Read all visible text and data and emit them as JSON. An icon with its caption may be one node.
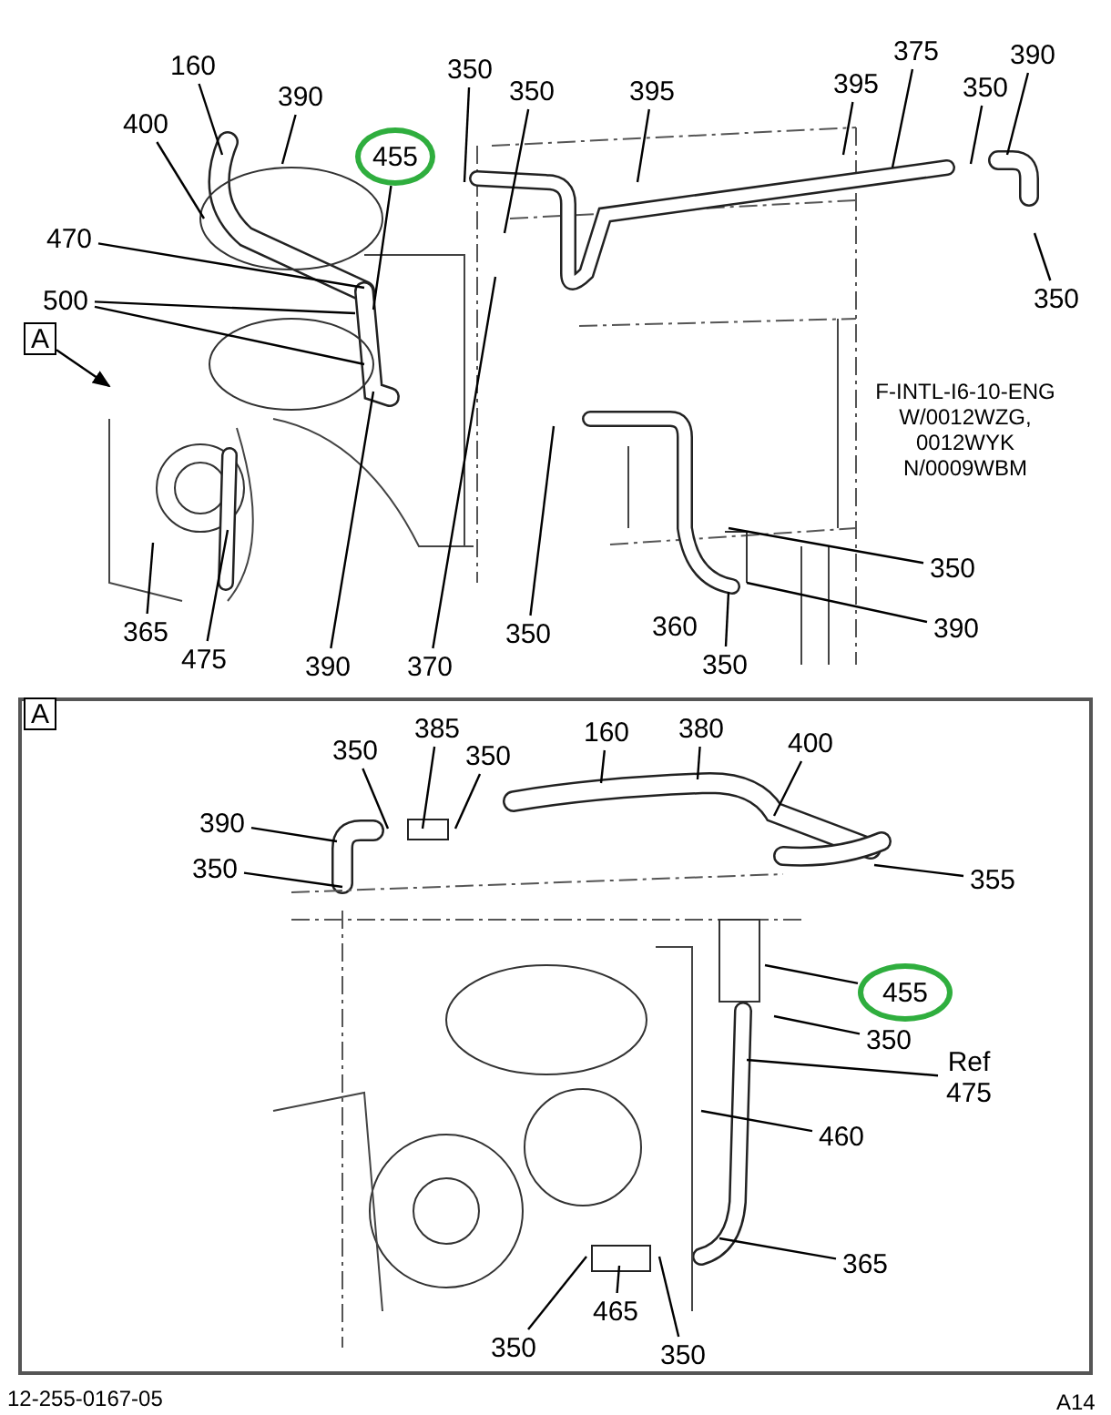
{
  "diagram": {
    "nodes": [
      {
        "text": [
          "160"
        ]
      },
      {
        "text": [
          "390"
        ]
      },
      {
        "text": [
          "400"
        ]
      },
      {
        "text": [
          "455"
        ]
      },
      {
        "text": [
          "350"
        ]
      },
      {
        "text": [
          "350"
        ]
      },
      {
        "text": [
          "395"
        ]
      },
      {
        "text": [
          "395"
        ]
      },
      {
        "text": [
          "375"
        ]
      },
      {
        "text": [
          "350"
        ]
      },
      {
        "text": [
          "390"
        ]
      },
      {
        "text": [
          "350"
        ]
      },
      {
        "text": [
          "470"
        ]
      },
      {
        "text": [
          "500"
        ]
      },
      {
        "text": [
          "A"
        ]
      },
      {
        "text": [
          "365"
        ]
      },
      {
        "text": [
          "475"
        ]
      },
      {
        "text": [
          "390"
        ]
      },
      {
        "text": [
          "370"
        ]
      },
      {
        "text": [
          "350"
        ]
      },
      {
        "text": [
          "350"
        ]
      },
      {
        "text": [
          "350"
        ]
      },
      {
        "text": [
          "390"
        ]
      },
      {
        "text": [],
        "shape": "box"
      },
      {
        "text": [
          "390"
        ],
        "in": 23
      },
      {
        "text": [
          "350"
        ],
        "in": 23
      },
      {
        "text": [
          "350"
        ],
        "in": 23
      },
      {
        "text": [
          "385"
        ],
        "in": 23
      },
      {
        "text": [
          "350"
        ],
        "in": 23
      },
      {
        "text": [
          "160"
        ],
        "in": 23
      },
      {
        "text": [
          "380"
        ],
        "in": 23
      },
      {
        "text": [
          "400"
        ],
        "in": 23
      },
      {
        "text": [
          "355"
        ],
        "in": 23
      },
      {
        "text": [
          "455"
        ],
        "in": 23
      },
      {
        "text": [
          "350"
        ],
        "in": 23
      },
      {
        "text": [
          "Ref 475"
        ],
        "in": 23
      },
      {
        "text": [
          "460"
        ],
        "in": 23
      },
      {
        "text": [
          "365"
        ],
        "in": 23
      },
      {
        "text": [
          "465"
        ],
        "in": 23
      },
      {
        "text": [
          "350"
        ],
        "in": 23
      },
      {
        "text": [
          "350"
        ],
        "in": 23
      },
      {
        "text": [
          "A"
        ],
        "in": 23
      }
    ],
    "edges": [
      {
        "from": 0,
        "to": null,
        "arrow": "none"
      },
      {
        "from": 1,
        "to": null,
        "arrow": "none"
      },
      {
        "from": 2,
        "to": null,
        "arrow": "none"
      },
      {
        "from": 3,
        "to": null,
        "arrow": "none"
      },
      {
        "from": 4,
        "to": null,
        "arrow": "none"
      },
      {
        "from": 5,
        "to": null,
        "arrow": "none"
      },
      {
        "from": 6,
        "to": null,
        "arrow": "none"
      },
      {
        "from": 7,
        "to": null,
        "arrow": "none"
      },
      {
        "from": 8,
        "to": null,
        "arrow": "none"
      },
      {
        "from": 9,
        "to": null,
        "arrow": "none"
      },
      {
        "from": 10,
        "to": null,
        "arrow": "none"
      },
      {
        "from": 11,
        "to": null,
        "arrow": "none"
      },
      {
        "from": 12,
        "to": null,
        "arrow": "none"
      },
      {
        "from": 13,
        "to": null,
        "arrow": "none"
      },
      {
        "from": 13,
        "to": null,
        "arrow": "none"
      },
      {
        "from": 14,
        "to": null,
        "arrow": "to"
      },
      {
        "from": 15,
        "to": null,
        "arrow": "none"
      },
      {
        "from": 16,
        "to": null,
        "arrow": "none"
      },
      {
        "from": 17,
        "to": null,
        "arrow": "none"
      },
      {
        "from": 18,
        "to": null,
        "arrow": "none"
      },
      {
        "from": 19,
        "to": null,
        "arrow": "none"
      },
      {
        "from": 20,
        "to": null,
        "arrow": "none"
      },
      {
        "from": 21,
        "to": null,
        "arrow": "none"
      },
      {
        "from": 22,
        "to": null,
        "arrow": "none"
      },
      {
        "from": 24,
        "to": null,
        "arrow": "none"
      },
      {
        "from": 25,
        "to": null,
        "arrow": "none"
      },
      {
        "from": 26,
        "to": null,
        "arrow": "none"
      },
      {
        "from": 27,
        "to": null,
        "arrow": "none"
      },
      {
        "from": 28,
        "to": null,
        "arrow": "none"
      },
      {
        "from": 29,
        "to": null,
        "arrow": "none"
      },
      {
        "from": 30,
        "to": null,
        "arrow": "none"
      },
      {
        "from": 31,
        "to": null,
        "arrow": "none"
      },
      {
        "from": 32,
        "to": null,
        "arrow": "none"
      },
      {
        "from": 33,
        "to": null,
        "arrow": "none"
      },
      {
        "from": 34,
        "to": null,
        "arrow": "none"
      },
      {
        "from": 35,
        "to": null,
        "arrow": "none"
      },
      {
        "from": 36,
        "to": null,
        "arrow": "none"
      },
      {
        "from": 37,
        "to": null,
        "arrow": "none"
      },
      {
        "from": 38,
        "to": null,
        "arrow": "none"
      },
      {
        "from": 39,
        "to": null,
        "arrow": "none"
      },
      {
        "from": 40,
        "to": null,
        "arrow": "none"
      }
    ],
    "labels": [
      "F-INTL-I6-10-ENG W/0012WZG, 0012WYK N/0009WBM",
      "360",
      "12-255-0167-05",
      "A14"
    ]
  }
}
